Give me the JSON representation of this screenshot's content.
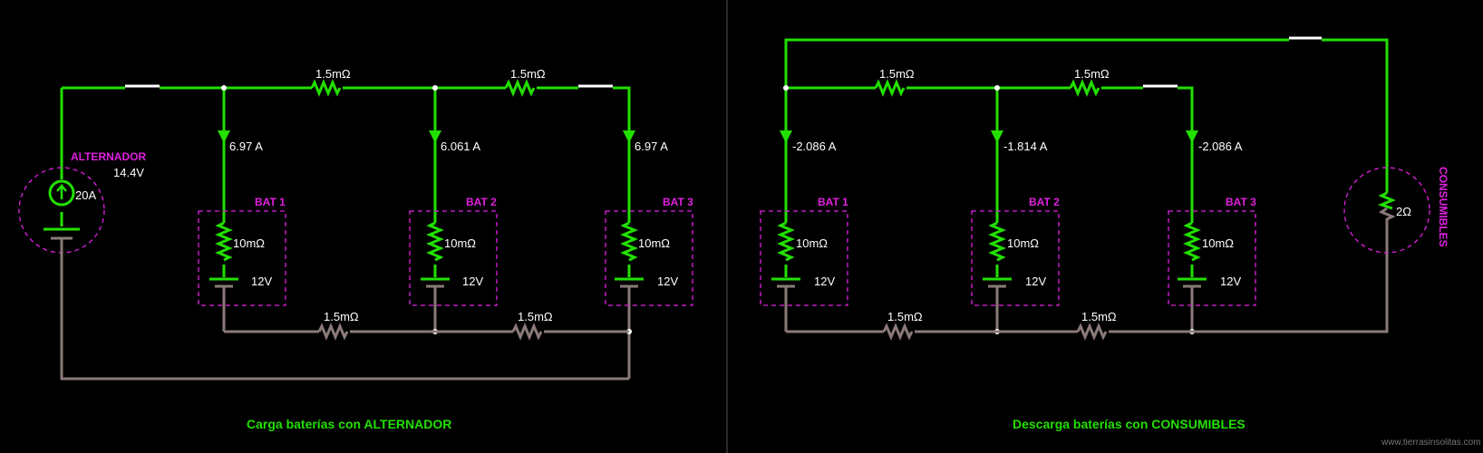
{
  "left": {
    "caption": "Carga baterías con ALTERNADOR",
    "source_label": "ALTERNADOR",
    "source_voltage": "14.4V",
    "source_current": "20A",
    "top_resistors": [
      "1.5mΩ",
      "1.5mΩ"
    ],
    "bottom_resistors": [
      "1.5mΩ",
      "1.5mΩ"
    ],
    "branch_currents": [
      "6.97 A",
      "6.061 A",
      "6.97 A"
    ],
    "batteries": [
      {
        "name": "BAT 1",
        "resistance": "10mΩ",
        "voltage": "12V"
      },
      {
        "name": "BAT 2",
        "resistance": "10mΩ",
        "voltage": "12V"
      },
      {
        "name": "BAT 3",
        "resistance": "10mΩ",
        "voltage": "12V"
      }
    ]
  },
  "right": {
    "caption": "Descarga baterías con CONSUMIBLES",
    "load_label": "CONSUMIBLES",
    "load_resistance": "2Ω",
    "top_resistors": [
      "1.5mΩ",
      "1.5mΩ"
    ],
    "bottom_resistors": [
      "1.5mΩ",
      "1.5mΩ"
    ],
    "branch_currents": [
      "-2.086 A",
      "-1.814 A",
      "-2.086 A"
    ],
    "batteries": [
      {
        "name": "BAT 1",
        "resistance": "10mΩ",
        "voltage": "12V"
      },
      {
        "name": "BAT 2",
        "resistance": "10mΩ",
        "voltage": "12V"
      },
      {
        "name": "BAT 3",
        "resistance": "10mΩ",
        "voltage": "12V"
      }
    ]
  },
  "watermark": "www.tierrasinsolitas.com",
  "colors": {
    "wire_positive": "#22e000",
    "wire_negative": "#8a7a78",
    "annotation": "#e020e0",
    "background": "#000000"
  }
}
